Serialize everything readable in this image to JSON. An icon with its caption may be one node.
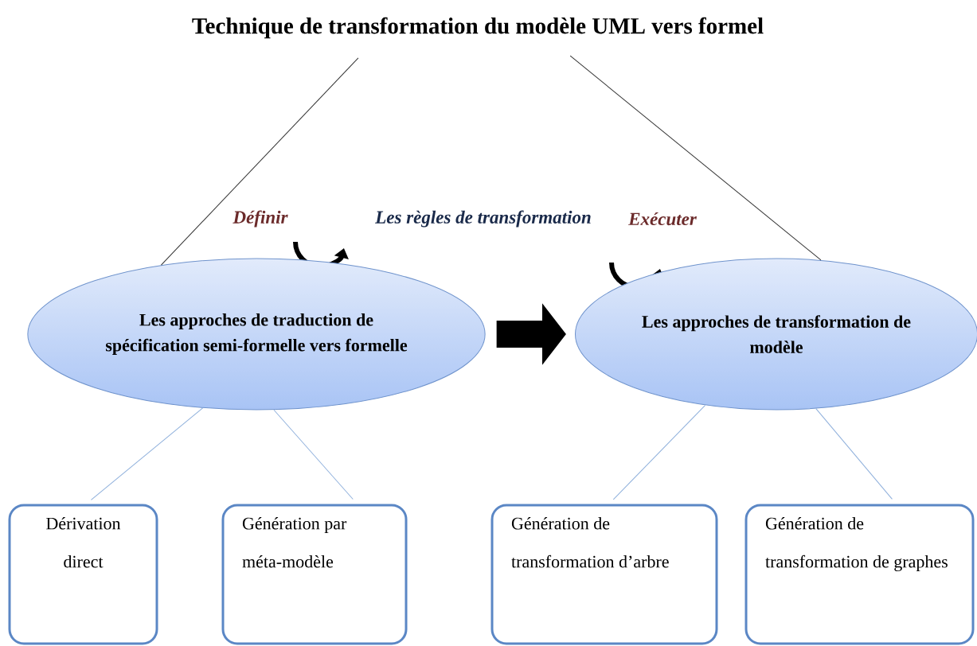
{
  "diagram": {
    "nodes": [
      {
        "text": [
          "Technique de transformation du modèle UML vers formel"
        ]
      },
      {
        "text": [
          "Les approches de traduction de spécification semi-formelle vers formelle"
        ]
      },
      {
        "text": [
          "Les approches de transformation de modèle"
        ]
      },
      {
        "text": [
          "Dérivation direct"
        ]
      },
      {
        "text": [
          "Génération par méta-modèle"
        ]
      },
      {
        "text": [
          "Génération de transformation d’arbre"
        ]
      },
      {
        "text": [
          "Génération de transformation de graphes"
        ]
      }
    ],
    "edges": [
      {
        "from": 0,
        "to": 1,
        "arrow": "none",
        "color": "#333333"
      },
      {
        "from": 0,
        "to": 2,
        "arrow": "none",
        "color": "#333333"
      },
      {
        "from": 1,
        "to": 2,
        "arrow": "to",
        "style": "thick",
        "color": "#000000"
      },
      {
        "from": 1,
        "to": 3,
        "arrow": "none"
      },
      {
        "from": 1,
        "to": 4,
        "arrow": "none"
      },
      {
        "from": 2,
        "to": 5,
        "arrow": "none"
      },
      {
        "from": 2,
        "to": 6,
        "arrow": "none"
      }
    ],
    "labels": [
      "Définir",
      "Les règles de transformation",
      "Exécuter"
    ]
  }
}
